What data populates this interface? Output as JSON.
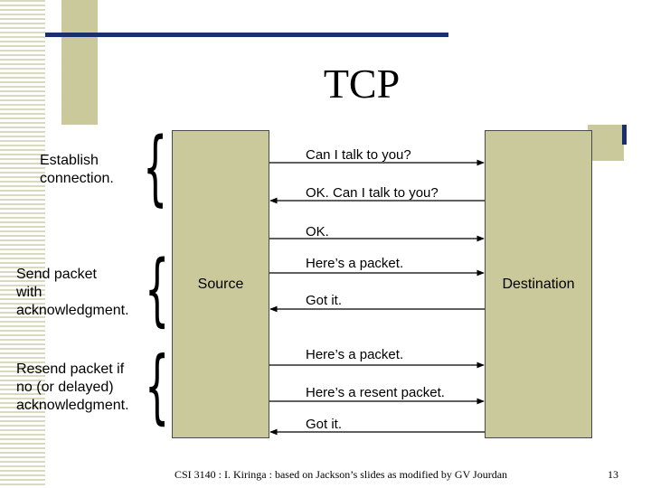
{
  "slide": {
    "title": "TCP",
    "source_label": "Source",
    "destination_label": "Destination",
    "phases": [
      {
        "label": "Establish\nconnection."
      },
      {
        "label": "Send packet\nwith\nacknowledgment."
      },
      {
        "label": "Resend packet if\nno (or delayed)\nacknowledgment."
      }
    ],
    "messages": [
      {
        "text": "Can I talk to you?",
        "direction": "to-destination"
      },
      {
        "text": "OK.  Can I talk to you?",
        "direction": "to-source"
      },
      {
        "text": "OK.",
        "direction": "to-destination"
      },
      {
        "text": "Here’s a packet.",
        "direction": "to-destination"
      },
      {
        "text": "Got it.",
        "direction": "to-source"
      },
      {
        "text": "Here’s a packet.",
        "direction": "to-destination"
      },
      {
        "text": "Here’s a resent packet.",
        "direction": "to-destination"
      },
      {
        "text": "Got it.",
        "direction": "to-source"
      }
    ],
    "footer": "CSI 3140 : I. Kiringa : based on Jackson’s slides as modified by GV Jourdan",
    "page_number": "13"
  },
  "colors": {
    "accent_navy": "#1a2f6e",
    "khaki": "#c9c99b"
  }
}
